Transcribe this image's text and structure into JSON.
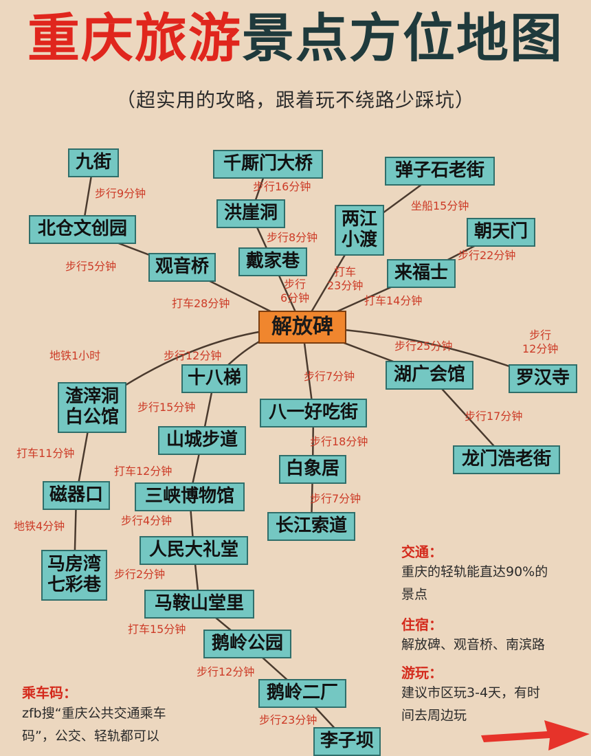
{
  "header": {
    "title_red": "重庆旅游",
    "title_dark": "景点方位地图",
    "subtitle": "（超实用的攻略，跟着玩不绕路少踩坑）"
  },
  "colors": {
    "node": "#74c7c2",
    "hub": "#f0862e",
    "accent_red": "#d42a1c",
    "background": "#ecd7bf",
    "line": "#4a3a2e"
  },
  "map": {
    "hub": "解放碑",
    "nodes": [
      {
        "id": "jiujie",
        "label": "九街"
      },
      {
        "id": "beicang",
        "label": "北仓文创园"
      },
      {
        "id": "guanyinqiao",
        "label": "观音桥"
      },
      {
        "id": "qiansimen",
        "label": "千厮门大桥"
      },
      {
        "id": "hongyadong",
        "label": "洪崖洞"
      },
      {
        "id": "daijiaxiang",
        "label": "戴家巷"
      },
      {
        "id": "liangjiang",
        "label": "两江\n小渡"
      },
      {
        "id": "danzishi",
        "label": "弹子石老街"
      },
      {
        "id": "chaotianmen",
        "label": "朝天门"
      },
      {
        "id": "laifushi",
        "label": "来福士"
      },
      {
        "id": "jiefangbei",
        "label": "解放碑"
      },
      {
        "id": "zhazidong",
        "label": "渣滓洞\n白公馆"
      },
      {
        "id": "shibati",
        "label": "十八梯"
      },
      {
        "id": "bayi",
        "label": "八一好吃街"
      },
      {
        "id": "huguang",
        "label": "湖广会馆"
      },
      {
        "id": "luohansi",
        "label": "罗汉寺"
      },
      {
        "id": "shancheng",
        "label": "山城步道"
      },
      {
        "id": "baixiangju",
        "label": "白象居"
      },
      {
        "id": "longmenhao",
        "label": "龙门浩老街"
      },
      {
        "id": "ciqikou",
        "label": "磁器口"
      },
      {
        "id": "sanxia",
        "label": "三峡博物馆"
      },
      {
        "id": "changjiang",
        "label": "长江索道"
      },
      {
        "id": "renmin",
        "label": "人民大礼堂"
      },
      {
        "id": "mafangwan",
        "label": "马房湾\n七彩巷"
      },
      {
        "id": "maanshan",
        "label": "马鞍山堂里"
      },
      {
        "id": "eling",
        "label": "鹅岭公园"
      },
      {
        "id": "elingerchang",
        "label": "鹅岭二厂"
      },
      {
        "id": "liziba",
        "label": "李子坝"
      }
    ],
    "routes": [
      {
        "label": "步行9分钟"
      },
      {
        "label": "步行5分钟"
      },
      {
        "label": "打车28分钟"
      },
      {
        "label": "步行16分钟"
      },
      {
        "label": "步行8分钟"
      },
      {
        "label": "步行\n6分钟"
      },
      {
        "label": "打车\n23分钟"
      },
      {
        "label": "坐船15分钟"
      },
      {
        "label": "步行22分钟"
      },
      {
        "label": "打车14分钟"
      },
      {
        "label": "地铁1小时"
      },
      {
        "label": "步行12分钟"
      },
      {
        "label": "步行7分钟"
      },
      {
        "label": "步行25分钟"
      },
      {
        "label": "步行\n12分钟"
      },
      {
        "label": "步行15分钟"
      },
      {
        "label": "步行18分钟"
      },
      {
        "label": "步行17分钟"
      },
      {
        "label": "打车11分钟"
      },
      {
        "label": "打车12分钟"
      },
      {
        "label": "步行7分钟"
      },
      {
        "label": "地铁4分钟"
      },
      {
        "label": "步行4分钟"
      },
      {
        "label": "步行2分钟"
      },
      {
        "label": "打车15分钟"
      },
      {
        "label": "步行12分钟"
      },
      {
        "label": "步行23分钟"
      }
    ]
  },
  "info": {
    "traffic_title": "交通：",
    "traffic_text": "重庆的轻轨能直达90%的\n景点",
    "stay_title": "住宿：",
    "stay_text": "解放碑、观音桥、南滨路",
    "play_title": "游玩：",
    "play_text": "建议市区玩3-4天，有时\n间去周边玩",
    "ticket_title": "乘车码：",
    "ticket_text": "zfb搜“重庆公共交通乘车\n码”，公交、轻轨都可以"
  }
}
